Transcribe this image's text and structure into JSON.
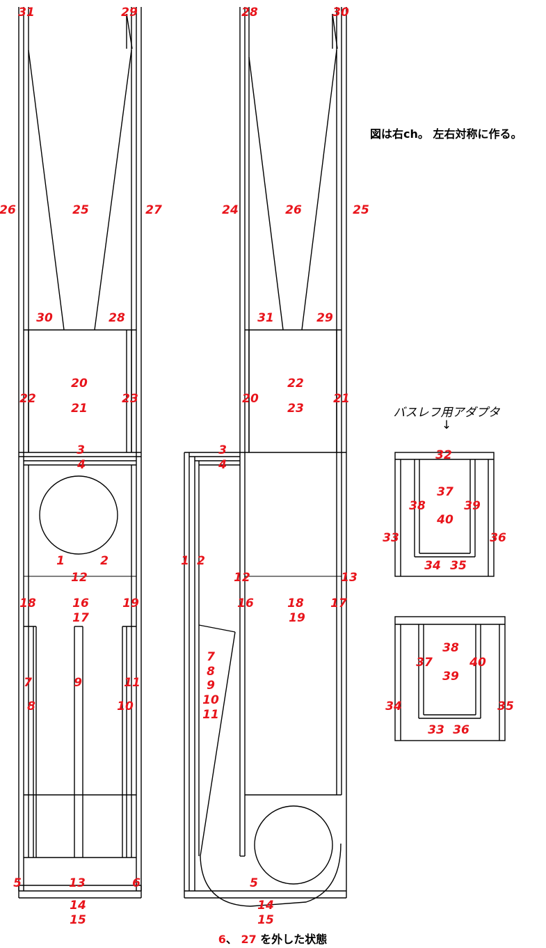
{
  "note": "図は右ch。 左右対称に作る。",
  "adapter_title": "バスレフ用アダプタ",
  "adapter_arrow": "↓",
  "caption": {
    "part_a": "6",
    "sep1": "、 ",
    "part_b": "27",
    "rest": " を外した状態"
  },
  "left_view_labels": [
    "31",
    "29",
    "26",
    "25",
    "27",
    "30",
    "28",
    "20",
    "22",
    "21",
    "23",
    "3",
    "4",
    "1",
    "2",
    "12",
    "18",
    "16",
    "19",
    "17",
    "7",
    "9",
    "11",
    "8",
    "10",
    "5",
    "13",
    "6",
    "14",
    "15"
  ],
  "middle_view_labels": [
    "28",
    "30",
    "24",
    "26",
    "25",
    "31",
    "29",
    "22",
    "20",
    "23",
    "21",
    "3",
    "4",
    "1",
    "2",
    "12",
    "13",
    "16",
    "18",
    "17",
    "19",
    "7",
    "8",
    "9",
    "10",
    "11",
    "5",
    "14",
    "15"
  ],
  "adapter_top_labels": [
    "32",
    "37",
    "38",
    "39",
    "40",
    "33",
    "36",
    "34",
    "35"
  ],
  "adapter_bottom_labels": [
    "38",
    "37",
    "40",
    "39",
    "34",
    "35",
    "33",
    "36"
  ],
  "colors": {
    "label": "#e8141b",
    "line": "#000000",
    "background": "#ffffff"
  }
}
